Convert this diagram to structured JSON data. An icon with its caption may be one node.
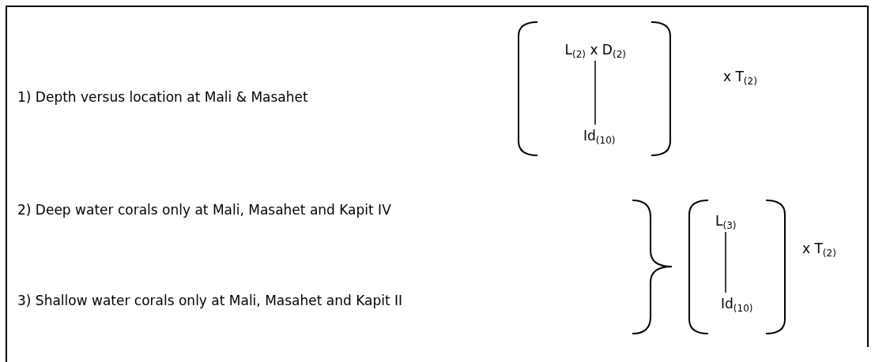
{
  "diagram": {
    "nodes": [
      {
        "text": [
          "L$_{(2)}$ x D$_{(2)}$"
        ]
      },
      {
        "text": [
          "Id$_{(10)}$"
        ]
      },
      {
        "text": [
          "L$_{(3)}$"
        ]
      },
      {
        "text": [
          "Id$_{(10)}$"
        ]
      }
    ],
    "edges": [
      {
        "from": 0,
        "to": 1,
        "arrow": "none"
      },
      {
        "from": 2,
        "to": 3,
        "arrow": "none"
      }
    ],
    "labels": [
      "1) Depth versus location at Mali & Masahet",
      "x T$_{(2)}$",
      "2) Deep water corals only at Mali, Masahet and Kapit IV",
      "3) Shallow water corals only at Mali, Masahet and Kapit II",
      "x T$_{(2)}$"
    ]
  }
}
